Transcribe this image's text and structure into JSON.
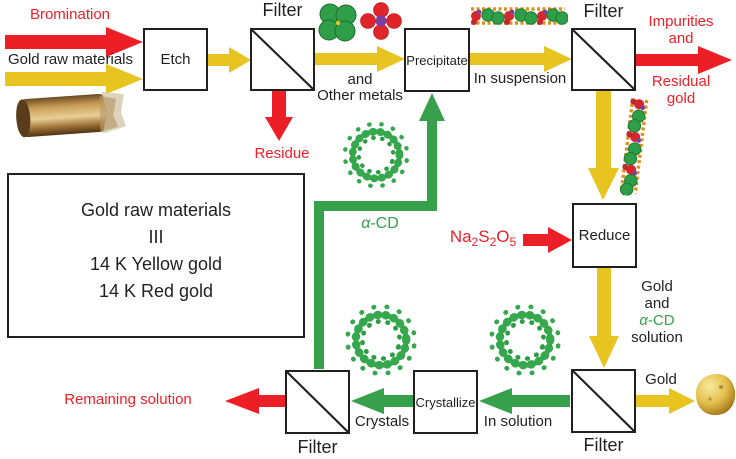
{
  "palette": {
    "red": "#ed1f26",
    "yellow": "#e7c41f",
    "green": "#36a04a",
    "ink": "#231f20",
    "bg": "#ffffff",
    "orange_ligand": "#dd8f1f",
    "purple_atom": "#7c3fa0",
    "gold_hue": "#c79c55"
  },
  "nodes": {
    "etch": "Etch",
    "filter": "Filter",
    "precipitate": "Precipitate",
    "reduce": "Reduce",
    "crystallize": "Crystallize"
  },
  "labels": {
    "bromination": "Bromination",
    "gold_raw_materials": "Gold raw materials",
    "residue": "Residue",
    "other_metals_line1": "and",
    "other_metals_line2": "Other metals",
    "in_suspension": "In suspension",
    "impurities_line1": "Impurities",
    "impurities_line2": "and",
    "residual_line1": "Residual",
    "residual_line2": "gold",
    "alpha_cd": {
      "alpha": "α",
      "rest": "-CD"
    },
    "na2s2o5": {
      "na": "Na",
      "sub_a": "2",
      "s": "S",
      "sub_b": "2",
      "o": "O",
      "sub_c": "5"
    },
    "reduce_out_line1": "Gold",
    "reduce_out_line2": "and",
    "reduce_out_line4": "solution",
    "gold_product": "Gold",
    "in_solution": "In solution",
    "crystals": "Crystals",
    "remaining_solution": "Remaining solution"
  },
  "info_box": {
    "lines": [
      "Gold raw materials",
      "III",
      "14 K Yellow gold",
      "14 K Red gold"
    ]
  },
  "images": {
    "gold_bar": "gold-raw-material-bar",
    "gold_nugget": "gold-nugget",
    "alpha_cd_ring": "alpha-cd-ring-molecule",
    "green_cluster": "gold-bromide-cluster",
    "red_cluster": "metal-complex-cluster",
    "chain": "coprecipitate-chain"
  }
}
